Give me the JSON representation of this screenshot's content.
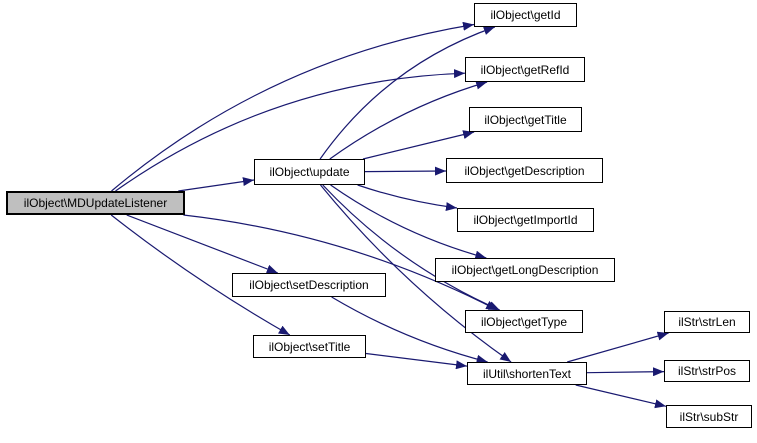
{
  "diagram": {
    "type": "call-graph",
    "colors": {
      "edge": "#191970",
      "node_fill": "#ffffff",
      "node_border": "#000000",
      "highlight_fill": "#bfbfbf",
      "background": "#ffffff"
    },
    "nodes": [
      {
        "id": "mdupdatelistener",
        "label": "ilObject\\MDUpdateListener",
        "highlighted": true
      },
      {
        "id": "update",
        "label": "ilObject\\update",
        "highlighted": false
      },
      {
        "id": "getid",
        "label": "ilObject\\getId",
        "highlighted": false
      },
      {
        "id": "getrefid",
        "label": "ilObject\\getRefId",
        "highlighted": false
      },
      {
        "id": "gettitle",
        "label": "ilObject\\getTitle",
        "highlighted": false
      },
      {
        "id": "getdescription",
        "label": "ilObject\\getDescription",
        "highlighted": false
      },
      {
        "id": "getimportid",
        "label": "ilObject\\getImportId",
        "highlighted": false
      },
      {
        "id": "getlongdescription",
        "label": "ilObject\\getLongDescription",
        "highlighted": false
      },
      {
        "id": "gettype",
        "label": "ilObject\\getType",
        "highlighted": false
      },
      {
        "id": "shortentext",
        "label": "ilUtil\\shortenText",
        "highlighted": false
      },
      {
        "id": "setdescription",
        "label": "ilObject\\setDescription",
        "highlighted": false
      },
      {
        "id": "settitle",
        "label": "ilObject\\setTitle",
        "highlighted": false
      },
      {
        "id": "strlen",
        "label": "ilStr\\strLen",
        "highlighted": false
      },
      {
        "id": "strpos",
        "label": "ilStr\\strPos",
        "highlighted": false
      },
      {
        "id": "substr",
        "label": "ilStr\\subStr",
        "highlighted": false
      }
    ],
    "edges": [
      {
        "from": "mdupdatelistener",
        "to": "getid",
        "bend": -55
      },
      {
        "from": "mdupdatelistener",
        "to": "getrefid",
        "bend": -55
      },
      {
        "from": "mdupdatelistener",
        "to": "update",
        "bend": 0
      },
      {
        "from": "mdupdatelistener",
        "to": "gettype",
        "bend": -30
      },
      {
        "from": "mdupdatelistener",
        "to": "setdescription",
        "bend": 0
      },
      {
        "from": "mdupdatelistener",
        "to": "settitle",
        "bend": 8
      },
      {
        "from": "update",
        "to": "getid",
        "bend": -35
      },
      {
        "from": "update",
        "to": "getrefid",
        "bend": -15
      },
      {
        "from": "update",
        "to": "gettitle",
        "bend": 0
      },
      {
        "from": "update",
        "to": "getdescription",
        "bend": 0
      },
      {
        "from": "update",
        "to": "getimportid",
        "bend": 5
      },
      {
        "from": "update",
        "to": "getlongdescription",
        "bend": 15
      },
      {
        "from": "update",
        "to": "gettype",
        "bend": 22
      },
      {
        "from": "update",
        "to": "shortentext",
        "bend": 18
      },
      {
        "from": "setdescription",
        "to": "shortentext",
        "bend": 12
      },
      {
        "from": "settitle",
        "to": "shortentext",
        "bend": 0
      },
      {
        "from": "shortentext",
        "to": "strlen",
        "bend": 0
      },
      {
        "from": "shortentext",
        "to": "strpos",
        "bend": 0
      },
      {
        "from": "shortentext",
        "to": "substr",
        "bend": 0
      }
    ]
  }
}
